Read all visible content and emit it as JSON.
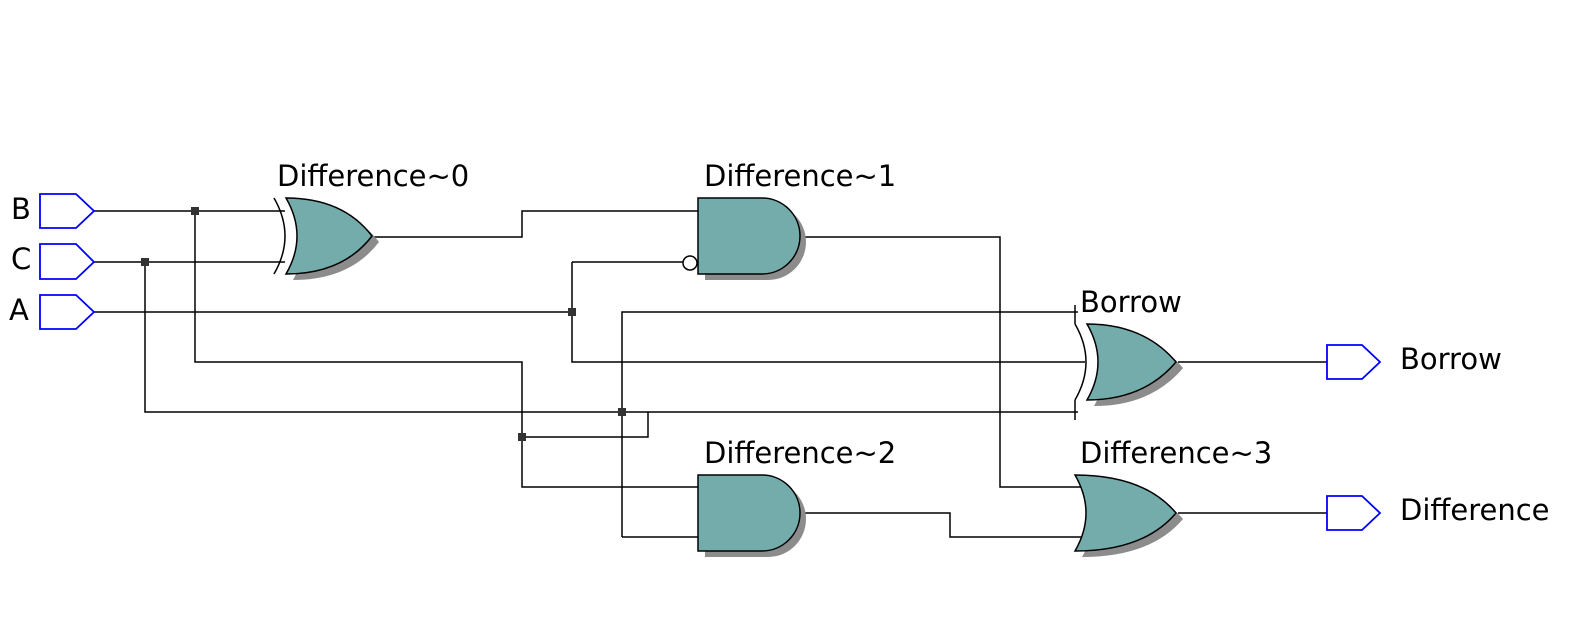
{
  "colors": {
    "gate_fill": "#74acac",
    "gate_shadow": "#8c8c8c",
    "port_outline": "#0000ff",
    "wire": "#000000"
  },
  "inputs": [
    {
      "id": "B",
      "label": "B"
    },
    {
      "id": "C",
      "label": "C"
    },
    {
      "id": "A",
      "label": "A"
    }
  ],
  "gates": [
    {
      "id": "diff0",
      "type": "xor",
      "label": "Difference~0"
    },
    {
      "id": "diff1",
      "type": "and",
      "label": "Difference~1",
      "inverted_input": "lower"
    },
    {
      "id": "borrow",
      "type": "xor",
      "label": "Borrow"
    },
    {
      "id": "diff2",
      "type": "and",
      "label": "Difference~2"
    },
    {
      "id": "diff3",
      "type": "or",
      "label": "Difference~3"
    }
  ],
  "outputs": [
    {
      "id": "borrow_out",
      "label": "Borrow"
    },
    {
      "id": "difference_out",
      "label": "Difference"
    }
  ]
}
